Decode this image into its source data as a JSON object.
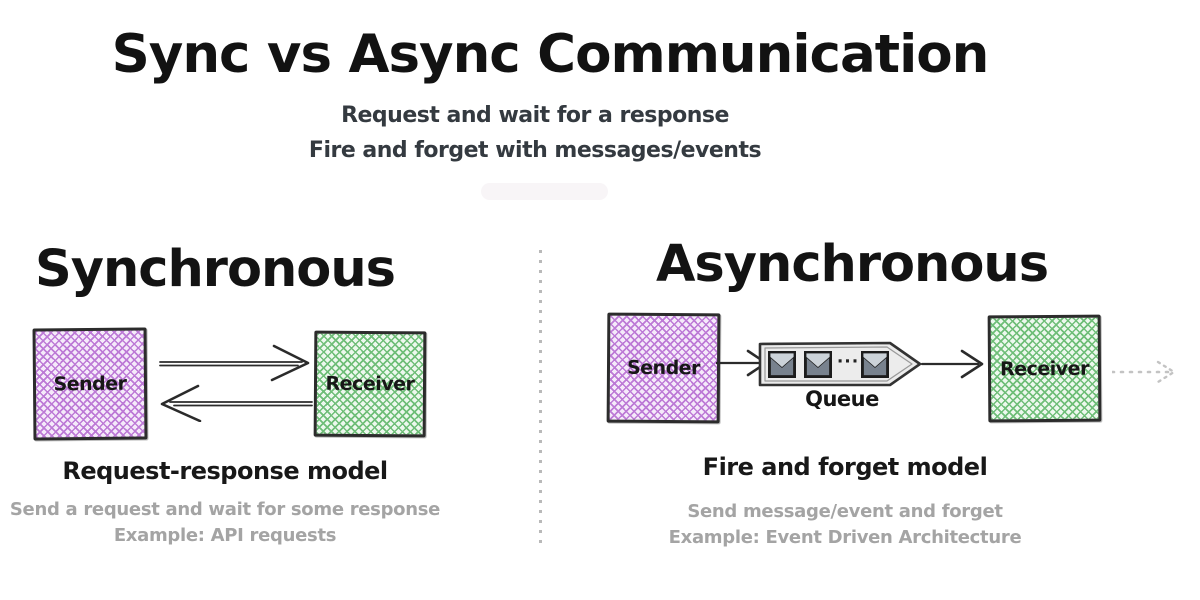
{
  "title": "Sync vs Async Communication",
  "subtitle": {
    "line1": "Request and wait for a response",
    "line2": "Fire and forget with messages/events"
  },
  "left": {
    "heading": "Synchronous",
    "sender_label": "Sender",
    "receiver_label": "Receiver",
    "model": "Request-response model",
    "description": "Send a request and wait for some response",
    "example": "Example: API requests"
  },
  "right": {
    "heading": "Asynchronous",
    "sender_label": "Sender",
    "queue_label": "Queue",
    "queue_ellipsis": "···",
    "receiver_label": "Receiver",
    "model": "Fire and forget model",
    "description": "Send message/event and forget",
    "example": "Example: Event Driven Architecture"
  },
  "icons": {
    "queue_item": "envelope-icon",
    "flow": "arrow-right-icon",
    "return_flow": "arrow-left-icon",
    "continue": "dashed-arrow-icon"
  },
  "colors": {
    "ink": "#1e1e1e",
    "subtitle": "#343a40",
    "muted": "#a4a4a4",
    "purple_base": "#f5eafa",
    "purple_hatch": "#bd7ad6",
    "green_base": "#edf8ee",
    "green_hatch": "#6fbe78",
    "queue_fill": "#ececec",
    "envelope_light": "#ccd3d9",
    "envelope_dark": "#78828e",
    "divider": "#b9b9b9",
    "dashed_arrow": "#c3c3c3"
  }
}
